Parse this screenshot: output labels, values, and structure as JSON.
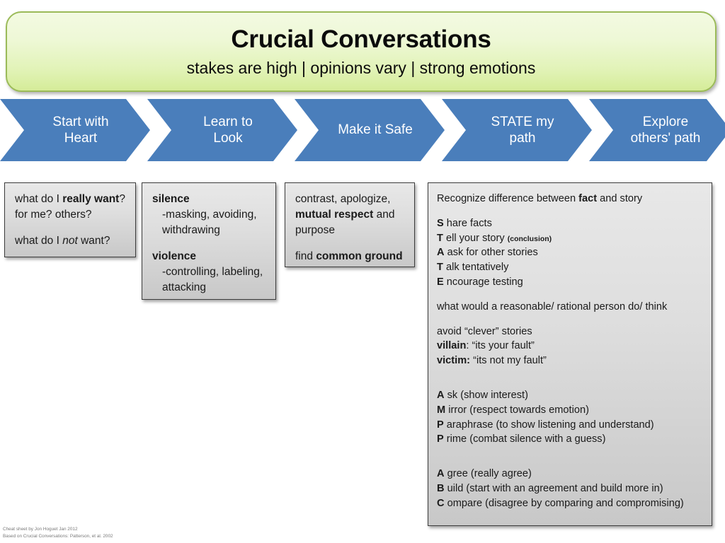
{
  "header": {
    "title": "Crucial Conversations",
    "subtitle": "stakes are high | opinions vary | strong emotions",
    "bg_color_top": "#F3FAE2",
    "bg_color_bottom": "#D5EC99",
    "border_color": "#9BBB59"
  },
  "process_steps": {
    "accent_color": "#4A7EBB",
    "items": [
      {
        "label_line1": "Start with",
        "label_line2": "Heart"
      },
      {
        "label_line1": "Learn to",
        "label_line2": "Look"
      },
      {
        "label_line1": "Make it Safe",
        "label_line2": ""
      },
      {
        "label_line1": "STATE my",
        "label_line2": "path"
      },
      {
        "label_line1": "Explore",
        "label_line2": "others' path"
      }
    ]
  },
  "boxes": {
    "box_bg_top": "#E8E8E8",
    "box_bg_bottom": "#C8C8C8",
    "box_border": "#3C3C3C",
    "start_with_heart": {
      "l1_a": "what do I ",
      "l1_b": "really want",
      "l1_c": "?",
      "l2": "for me? others?",
      "l3_a": "what do I ",
      "l3_b": "not",
      "l3_c": " want?"
    },
    "learn_to_look": {
      "h1": "silence",
      "h1_d1": "-masking, avoiding,",
      "h1_d2": "withdrawing",
      "h2": "violence",
      "h2_d1": "-controlling, labeling,",
      "h2_d2": "attacking"
    },
    "make_it_safe": {
      "l1": "contrast, apologize,",
      "l2_a": "mutual respect",
      "l2_b": " and",
      "l3": "purpose",
      "l4_a": "find ",
      "l4_b": "common ground"
    },
    "state_my_path": {
      "intro_a": "Recognize difference between ",
      "intro_b": "fact",
      "intro_c": " and story",
      "state_acronym": [
        {
          "cap": "S",
          "rest": " hare facts",
          "note": ""
        },
        {
          "cap": "T",
          "rest": " ell your story ",
          "note": "(conclusion)"
        },
        {
          "cap": "A",
          "rest": " ask for other stories",
          "note": ""
        },
        {
          "cap": "T",
          "rest": " alk tentatively",
          "note": ""
        },
        {
          "cap": "E",
          "rest": " ncourage testing",
          "note": ""
        }
      ],
      "reasonable": "what would a reasonable/ rational person do/ think",
      "avoid": "avoid “clever” stories",
      "villain_a": "villain",
      "villain_b": ": “its your fault”",
      "victim_a": "victim:",
      "victim_b": " “its not my fault”",
      "amkpp_acronym": [
        {
          "cap": "A",
          "rest": "  sk (show interest)"
        },
        {
          "cap": "M",
          "rest": " irror (respect towards emotion)"
        },
        {
          "cap": "P",
          "rest": "  araphrase (to show listening and understand)"
        },
        {
          "cap": "P",
          "rest": "  rime (combat silence with a guess)"
        }
      ],
      "abc_acronym": [
        {
          "cap": "A",
          "rest": " gree (really agree)"
        },
        {
          "cap": "B",
          "rest": " uild (start with an agreement and build more in)"
        },
        {
          "cap": "C",
          "rest": " ompare (disagree by comparing and compromising)"
        }
      ]
    }
  },
  "footer": {
    "line1": "Cheat sheet by Jon Hoguet Jan 2012",
    "line2": "Based on Crucial Conversations:  Patterson, et al. 2002"
  }
}
